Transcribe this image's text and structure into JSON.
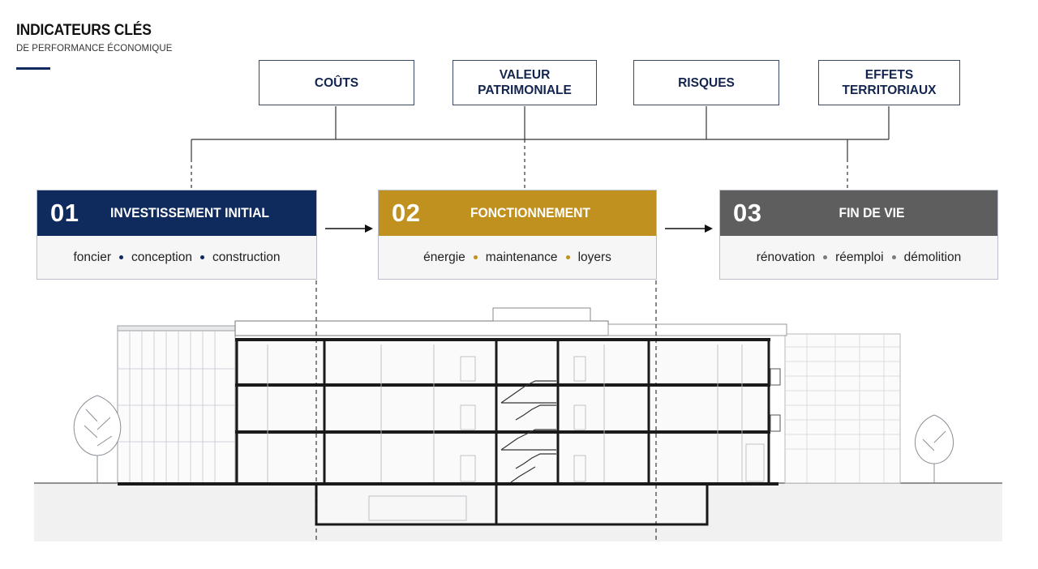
{
  "header": {
    "title": "INDICATEURS CLÉS",
    "subtitle": "DE PERFORMANCE ÉCONOMIQUE"
  },
  "indicators": [
    {
      "label": "COÛTS"
    },
    {
      "label": "VALEUR\nPATRIMONIALE"
    },
    {
      "label": "RISQUES"
    },
    {
      "label": "EFFETS\nTERRITORIAUX"
    }
  ],
  "phases": [
    {
      "number": "01",
      "label": "INVESTISSEMENT INITIAL",
      "color": "#0f2a5c",
      "dot_color": "#0f2a5c",
      "items": [
        "foncier",
        "conception",
        "construction"
      ]
    },
    {
      "number": "02",
      "label": "FONCTIONNEMENT",
      "color": "#c1911f",
      "dot_color": "#c1911f",
      "items": [
        "énergie",
        "maintenance",
        "loyers"
      ]
    },
    {
      "number": "03",
      "label": "FIN DE VIE",
      "color": "#5e5e5e",
      "dot_color": "#7a7a7a",
      "items": [
        "rénovation",
        "réemploi",
        "démolition"
      ]
    }
  ],
  "colors": {
    "navy": "#0f2a5c",
    "gold": "#c1911f",
    "grey": "#5e5e5e"
  }
}
